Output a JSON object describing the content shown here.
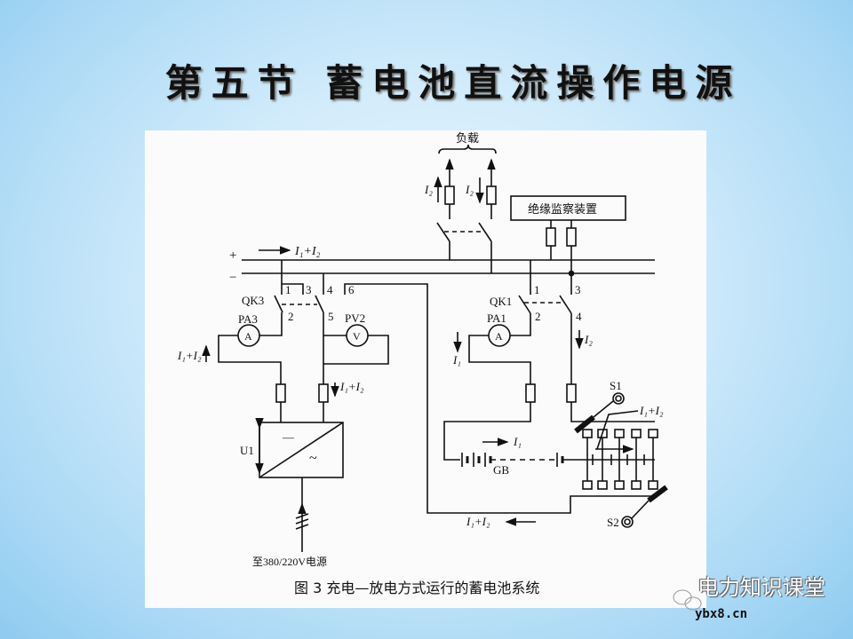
{
  "slide": {
    "title": "第五节 蓄电池直流操作电源",
    "caption": "图 3  充电—放电方式运行的蓄电池系统"
  },
  "diagram": {
    "bus_plus": "+",
    "bus_minus": "−",
    "current_total": "I₁+I₂",
    "current_i1": "I₁",
    "current_i2": "I₂",
    "load_label": "负载",
    "insulation_monitor": "绝缘监察装置",
    "switch_qk3": "QK3",
    "switch_qk1": "QK1",
    "ammeter_pa3": "PA3",
    "voltmeter_pv2": "PV2",
    "ammeter_pa1": "PA1",
    "ammeter_symbol": "A",
    "voltmeter_symbol": "V",
    "terminals_left": [
      "1",
      "3",
      "4",
      "6",
      "2",
      "5"
    ],
    "terminals_right": [
      "1",
      "3",
      "2",
      "4"
    ],
    "converter": "U1",
    "converter_dc": "—",
    "converter_ac": "~",
    "power_source": "至380/220V电源",
    "battery": "GB",
    "brush_s1": "S1",
    "brush_s2": "S2"
  },
  "watermark": {
    "name": "电力知识课堂",
    "site": "ybx8.cn"
  }
}
